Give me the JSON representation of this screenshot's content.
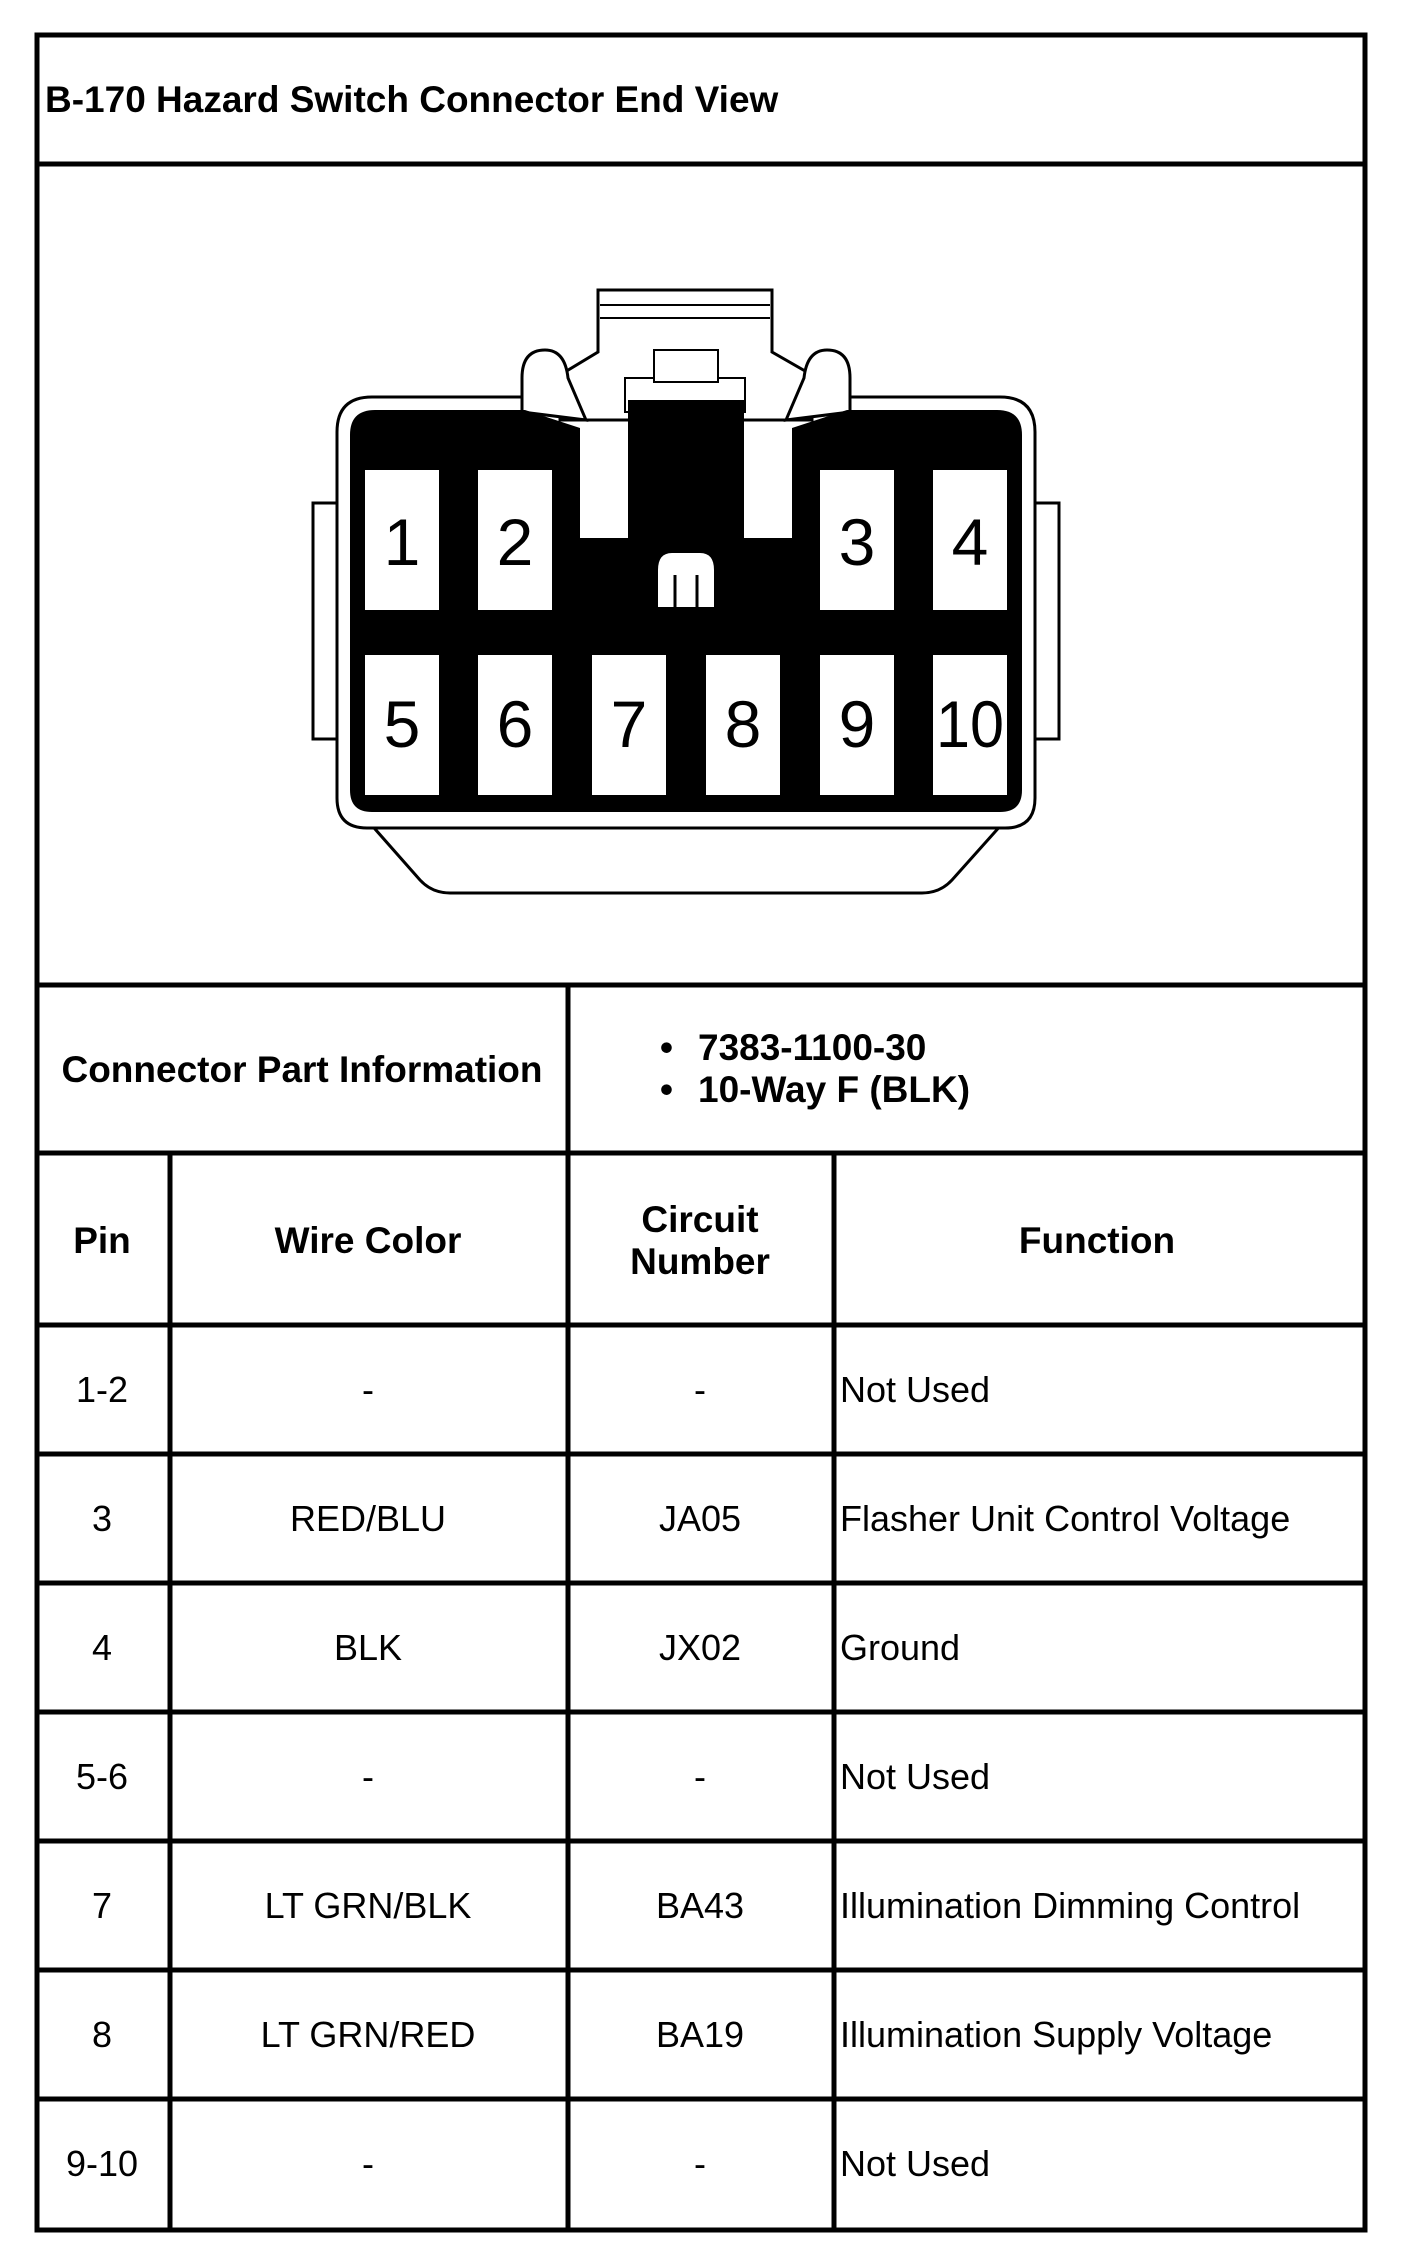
{
  "title": "B-170 Hazard Switch Connector End View",
  "connector": {
    "pins_top": [
      "1",
      "2",
      "3",
      "4"
    ],
    "pins_bottom": [
      "5",
      "6",
      "7",
      "8",
      "9",
      "10"
    ]
  },
  "part_info": {
    "label": "Connector Part Information",
    "bullet": "•",
    "items": [
      "7383-1100-30",
      "10-Way F (BLK)"
    ]
  },
  "table": {
    "headers": {
      "pin": "Pin",
      "wire_color": "Wire Color",
      "circuit_line1": "Circuit",
      "circuit_line2": "Number",
      "function": "Function"
    },
    "rows": [
      {
        "pin": "1-2",
        "wire": "-",
        "circuit": "-",
        "function": "Not Used"
      },
      {
        "pin": "3",
        "wire": "RED/BLU",
        "circuit": "JA05",
        "function": "Flasher Unit Control Voltage"
      },
      {
        "pin": "4",
        "wire": "BLK",
        "circuit": "JX02",
        "function": "Ground"
      },
      {
        "pin": "5-6",
        "wire": "-",
        "circuit": "-",
        "function": "Not Used"
      },
      {
        "pin": "7",
        "wire": "LT GRN/BLK",
        "circuit": "BA43",
        "function": "Illumination Dimming Control"
      },
      {
        "pin": "8",
        "wire": "LT GRN/RED",
        "circuit": "BA19",
        "function": "Illumination Supply Voltage"
      },
      {
        "pin": "9-10",
        "wire": "-",
        "circuit": "-",
        "function": "Not Used"
      }
    ]
  }
}
